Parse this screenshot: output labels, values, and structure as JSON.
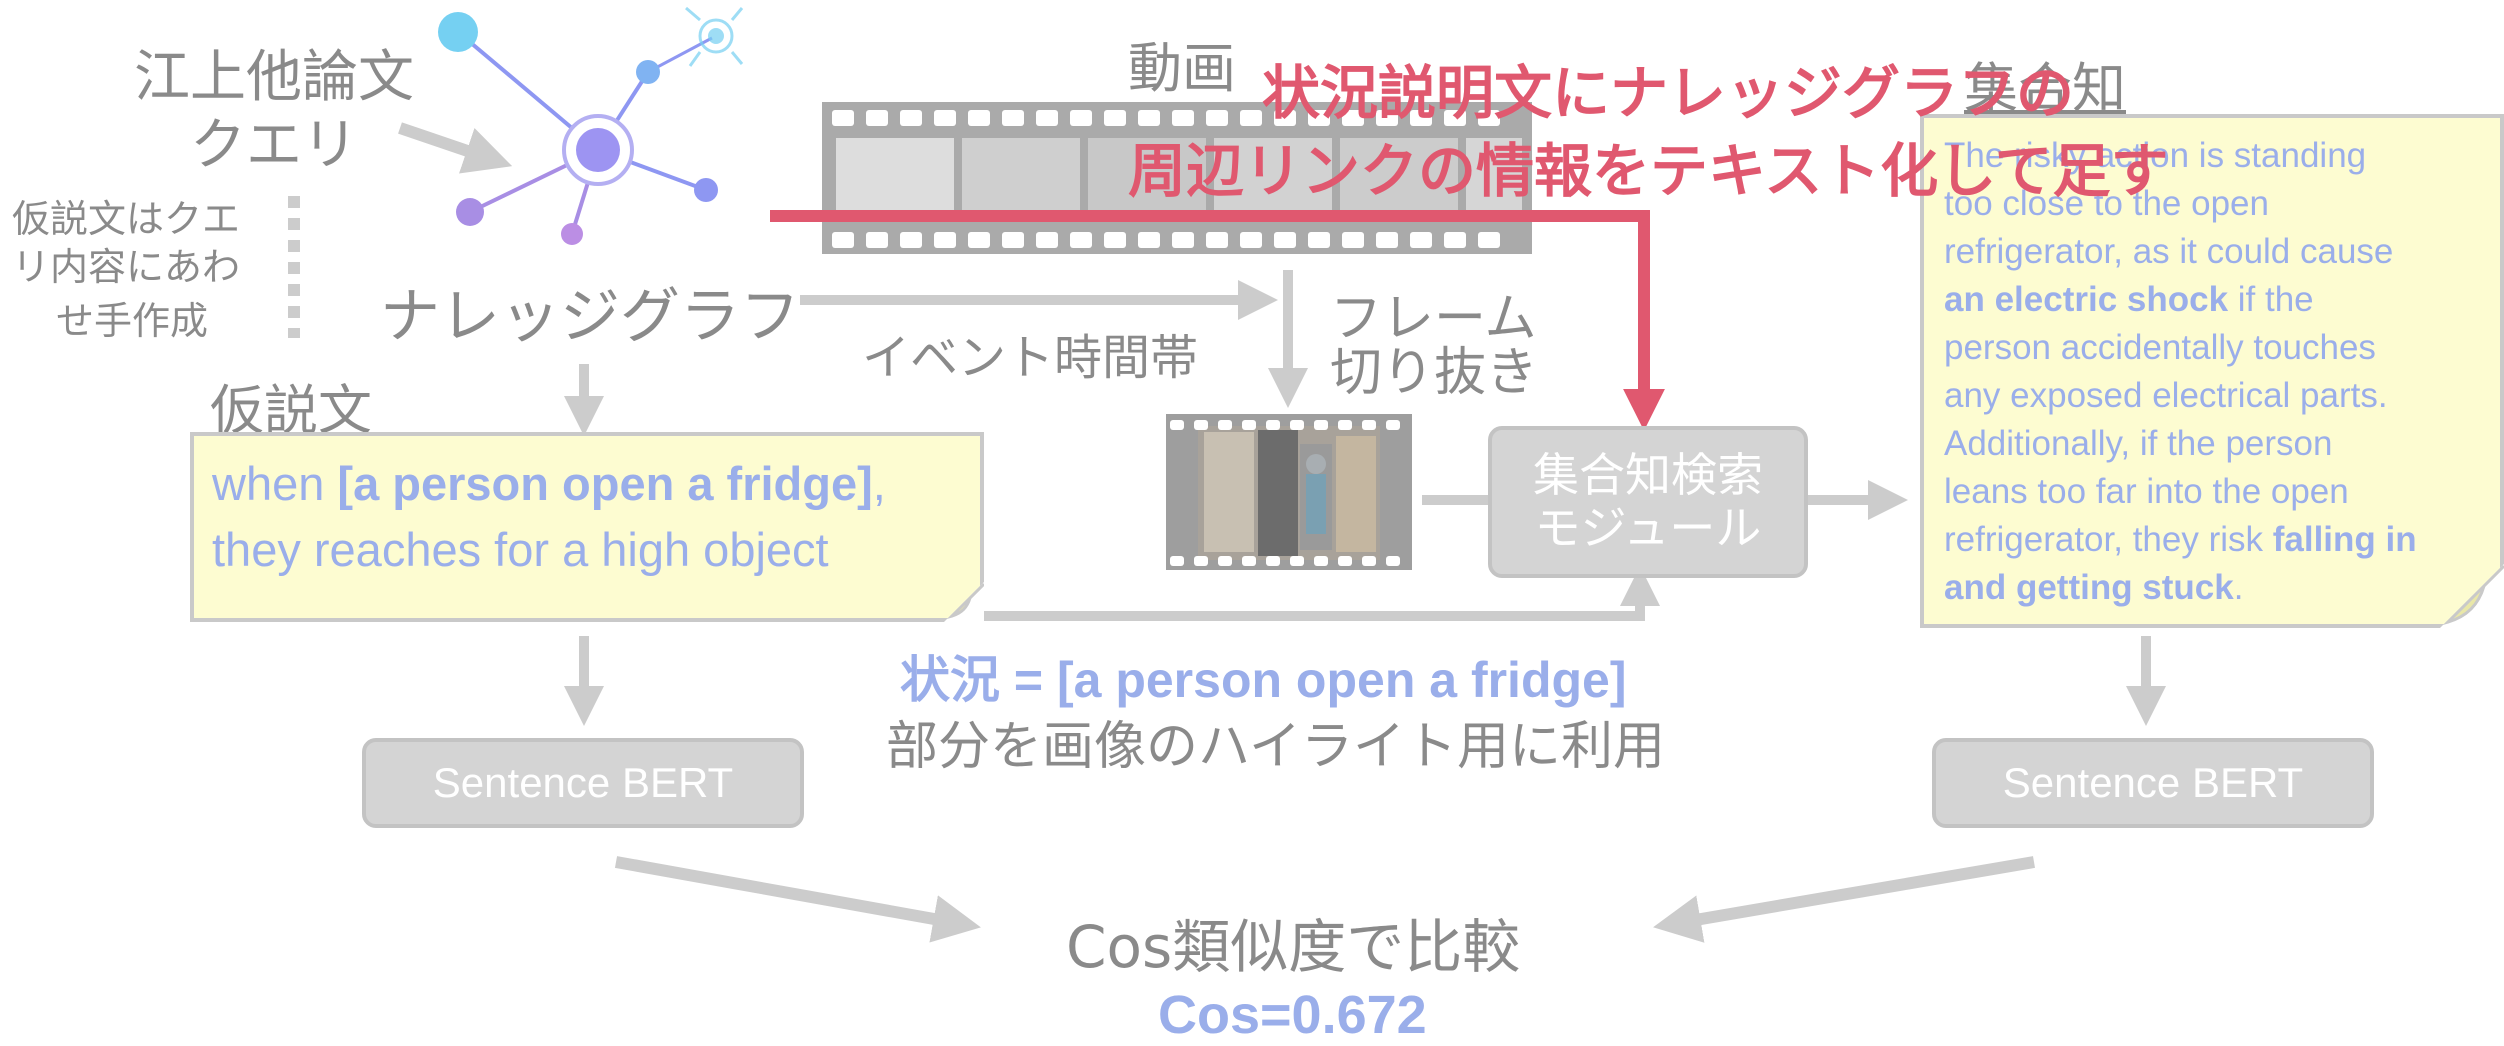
{
  "labels": {
    "egami_query_line1": "江上他論文",
    "egami_query_line2": "クエリ",
    "hypothesis_note_line1": "仮説文はクエ",
    "hypothesis_note_line2": "リ内容にあわ",
    "hypothesis_note_line3": "せ手作成",
    "knowledge_graph": "ナレッジグラフ",
    "video": "動画",
    "event_time": "イベント時間帯",
    "frame_crop_line1": "フレーム",
    "frame_crop_line2": "切り抜き",
    "hypothesis_title": "仮説文",
    "collective_title": "集合知",
    "situation_line1": "状況 = [a person open a fridge]",
    "situation_line2": "部分を画像のハイライト用に利用",
    "compare": "Cos類似度で比較",
    "cos_value": "Cos=0.672"
  },
  "hypothesis": {
    "line1_pre": "when ",
    "line1_bold": "[a person open a fridge]",
    "line1_post": ",",
    "line2": "they reaches for a high object"
  },
  "modules": {
    "retrieval_line1": "集合知検索",
    "retrieval_line2": "モジュール",
    "sbert_left": "Sentence BERT",
    "sbert_right": "Sentence BERT"
  },
  "response": {
    "l1": "The risky action is standing",
    "l2": "too close to the open",
    "l3": "refrigerator, as it could cause",
    "l4_bold": "an electric shock",
    "l4_post": " if the",
    "l5": "person accidentally touches",
    "l6": "any exposed electrical parts.",
    "l7": "Additionally, if the person",
    "l8": "leans too far into the open",
    "l9_pre": "refrigerator, they risk ",
    "l9_bold": "falling in",
    "l10_bold": "and getting stuck",
    "l10_post": "."
  },
  "overlay": {
    "line1": "状況説明文にナレッジグラフの",
    "line2": "周辺リンクの情報をテキスト化して足す"
  },
  "colors": {
    "gray_text": "#8a8a8a",
    "blue_text": "#9aaeea",
    "accent_red": "#e0586f",
    "note_fill": "#fdfcd1",
    "module_fill": "#d4d4d4"
  }
}
